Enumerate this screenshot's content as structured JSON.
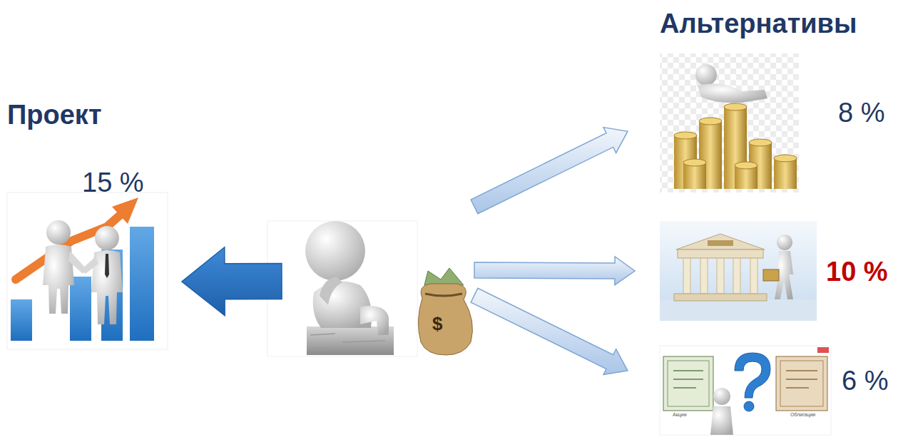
{
  "diagram": {
    "nodes": [
      {
        "text": [
          "Проект",
          "15 %"
        ]
      },
      {
        "text": [
          "$"
        ]
      },
      {
        "text": [
          "8 %"
        ]
      },
      {
        "text": [
          "10 %"
        ]
      },
      {
        "text": [
          "6 %"
        ]
      }
    ],
    "edges": [
      {
        "from": 1,
        "to": 0,
        "arrow": "to"
      },
      {
        "from": 1,
        "to": 2,
        "arrow": "to"
      },
      {
        "from": 1,
        "to": 3,
        "arrow": "to"
      },
      {
        "from": 1,
        "to": 4,
        "arrow": "to"
      }
    ],
    "labels": [
      "Альтернативы",
      "Акции",
      "Облигации"
    ]
  }
}
